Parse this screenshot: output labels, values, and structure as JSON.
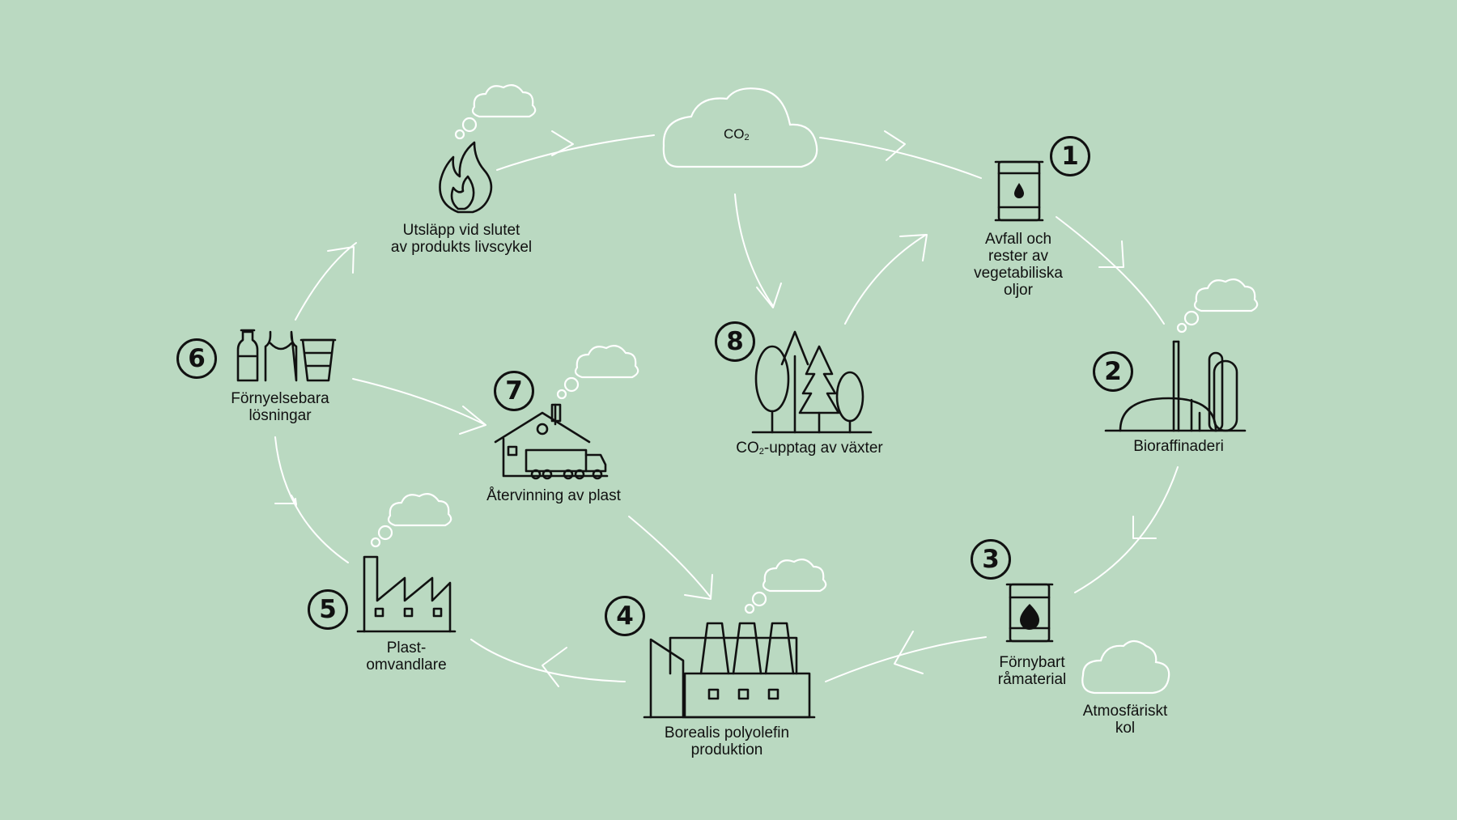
{
  "center_cloud": {
    "text": "CO",
    "subscript": "2"
  },
  "stages": [
    {
      "number": "1",
      "label": "Avfall och\nrester av\nvegetabiliska\noljor"
    },
    {
      "number": "2",
      "label": "Bioraffinaderi"
    },
    {
      "number": "3",
      "label": "Förnybart\nråmaterial"
    },
    {
      "number": "4",
      "label": "Borealis polyolefin\nproduktion"
    },
    {
      "number": "5",
      "label": "Plast-\nomvandlare"
    },
    {
      "number": "6",
      "label": "Förnyelsebara\nlösningar"
    },
    {
      "number": "7",
      "label": "Återvinning av plast"
    },
    {
      "number": "8",
      "label_prefix": "CO",
      "label_sub": "2",
      "label_suffix": "-upptag av växter"
    }
  ],
  "emission": {
    "label": "Utsläpp vid slutet\nav produkts livscykel"
  },
  "atmospheric": {
    "label": "Atmosfäriskt\nkol"
  },
  "colors": {
    "background": "#bad9c1",
    "flow_lines": "#ffffff",
    "icons": "#111111"
  }
}
